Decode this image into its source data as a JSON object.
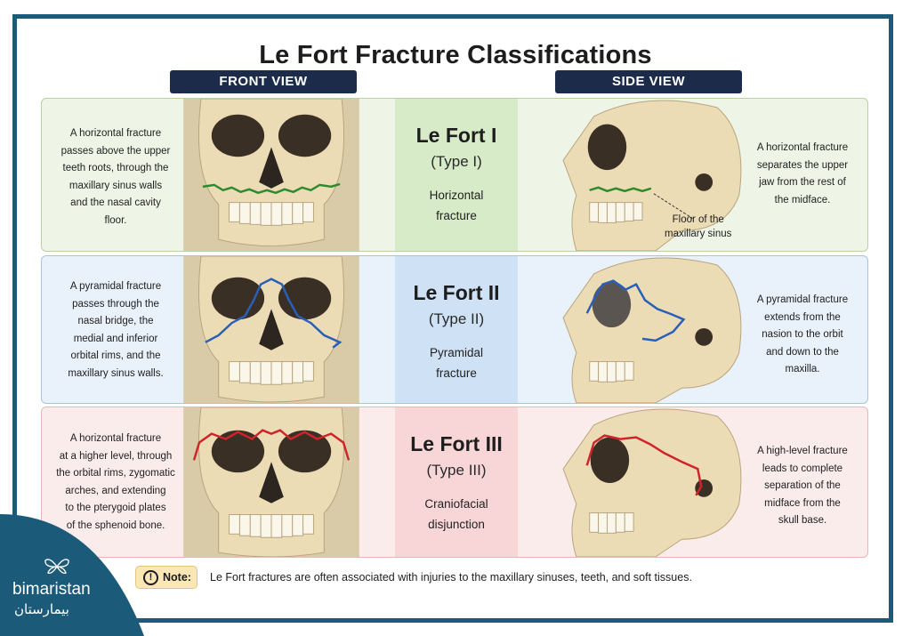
{
  "title": "Le Fort Fracture Classifications",
  "views": {
    "front": "FRONT VIEW",
    "side": "SIDE VIEW"
  },
  "rows": [
    {
      "name": "Le Fort I",
      "type": "(Type I)",
      "kind_line1": "Horizontal",
      "kind_line2": "fracture",
      "front_desc": [
        "A horizontal fracture",
        "passes above the upper",
        "teeth roots, through the",
        "maxillary sinus walls",
        "and the nasal cavity",
        "floor."
      ],
      "side_desc": [
        "A horizontal fracture",
        "separates the upper",
        "jaw from the rest of",
        "the midface."
      ],
      "side_annotation": [
        "Floor of the",
        "maxillary sinus"
      ],
      "line_color": "#2e8a2e"
    },
    {
      "name": "Le Fort II",
      "type": "(Type II)",
      "kind_line1": "Pyramidal",
      "kind_line2": "fracture",
      "front_desc": [
        "A pyramidal fracture",
        "passes through the",
        "nasal bridge, the",
        "medial and inferior",
        "orbital rims, and the",
        "maxillary sinus walls."
      ],
      "side_desc": [
        "A pyramidal fracture",
        "extends from the",
        "nasion to the orbit",
        "and down to the",
        "maxilla."
      ],
      "line_color": "#2a5fb8"
    },
    {
      "name": "Le Fort III",
      "type": "(Type III)",
      "kind_line1": "Craniofacial",
      "kind_line2": "disjunction",
      "front_desc": [
        "A horizontal fracture",
        "at a higher level, through",
        "the orbital rims, zygomatic",
        "arches, and extending",
        "to the pterygoid plates",
        "of the sphenoid bone."
      ],
      "side_desc": [
        "A high-level fracture",
        "leads to complete",
        "separation of the",
        "midface from the",
        "skull base."
      ],
      "line_color": "#d0232a"
    }
  ],
  "note": {
    "icon": "!",
    "label": "Note:",
    "text": "Le Fort fractures are often associated with injuries to the maxillary sinuses, teeth, and soft tissues."
  },
  "brand": {
    "name": "bimaristan",
    "arabic": "بيمارستان",
    "color": "#1b5a78"
  }
}
